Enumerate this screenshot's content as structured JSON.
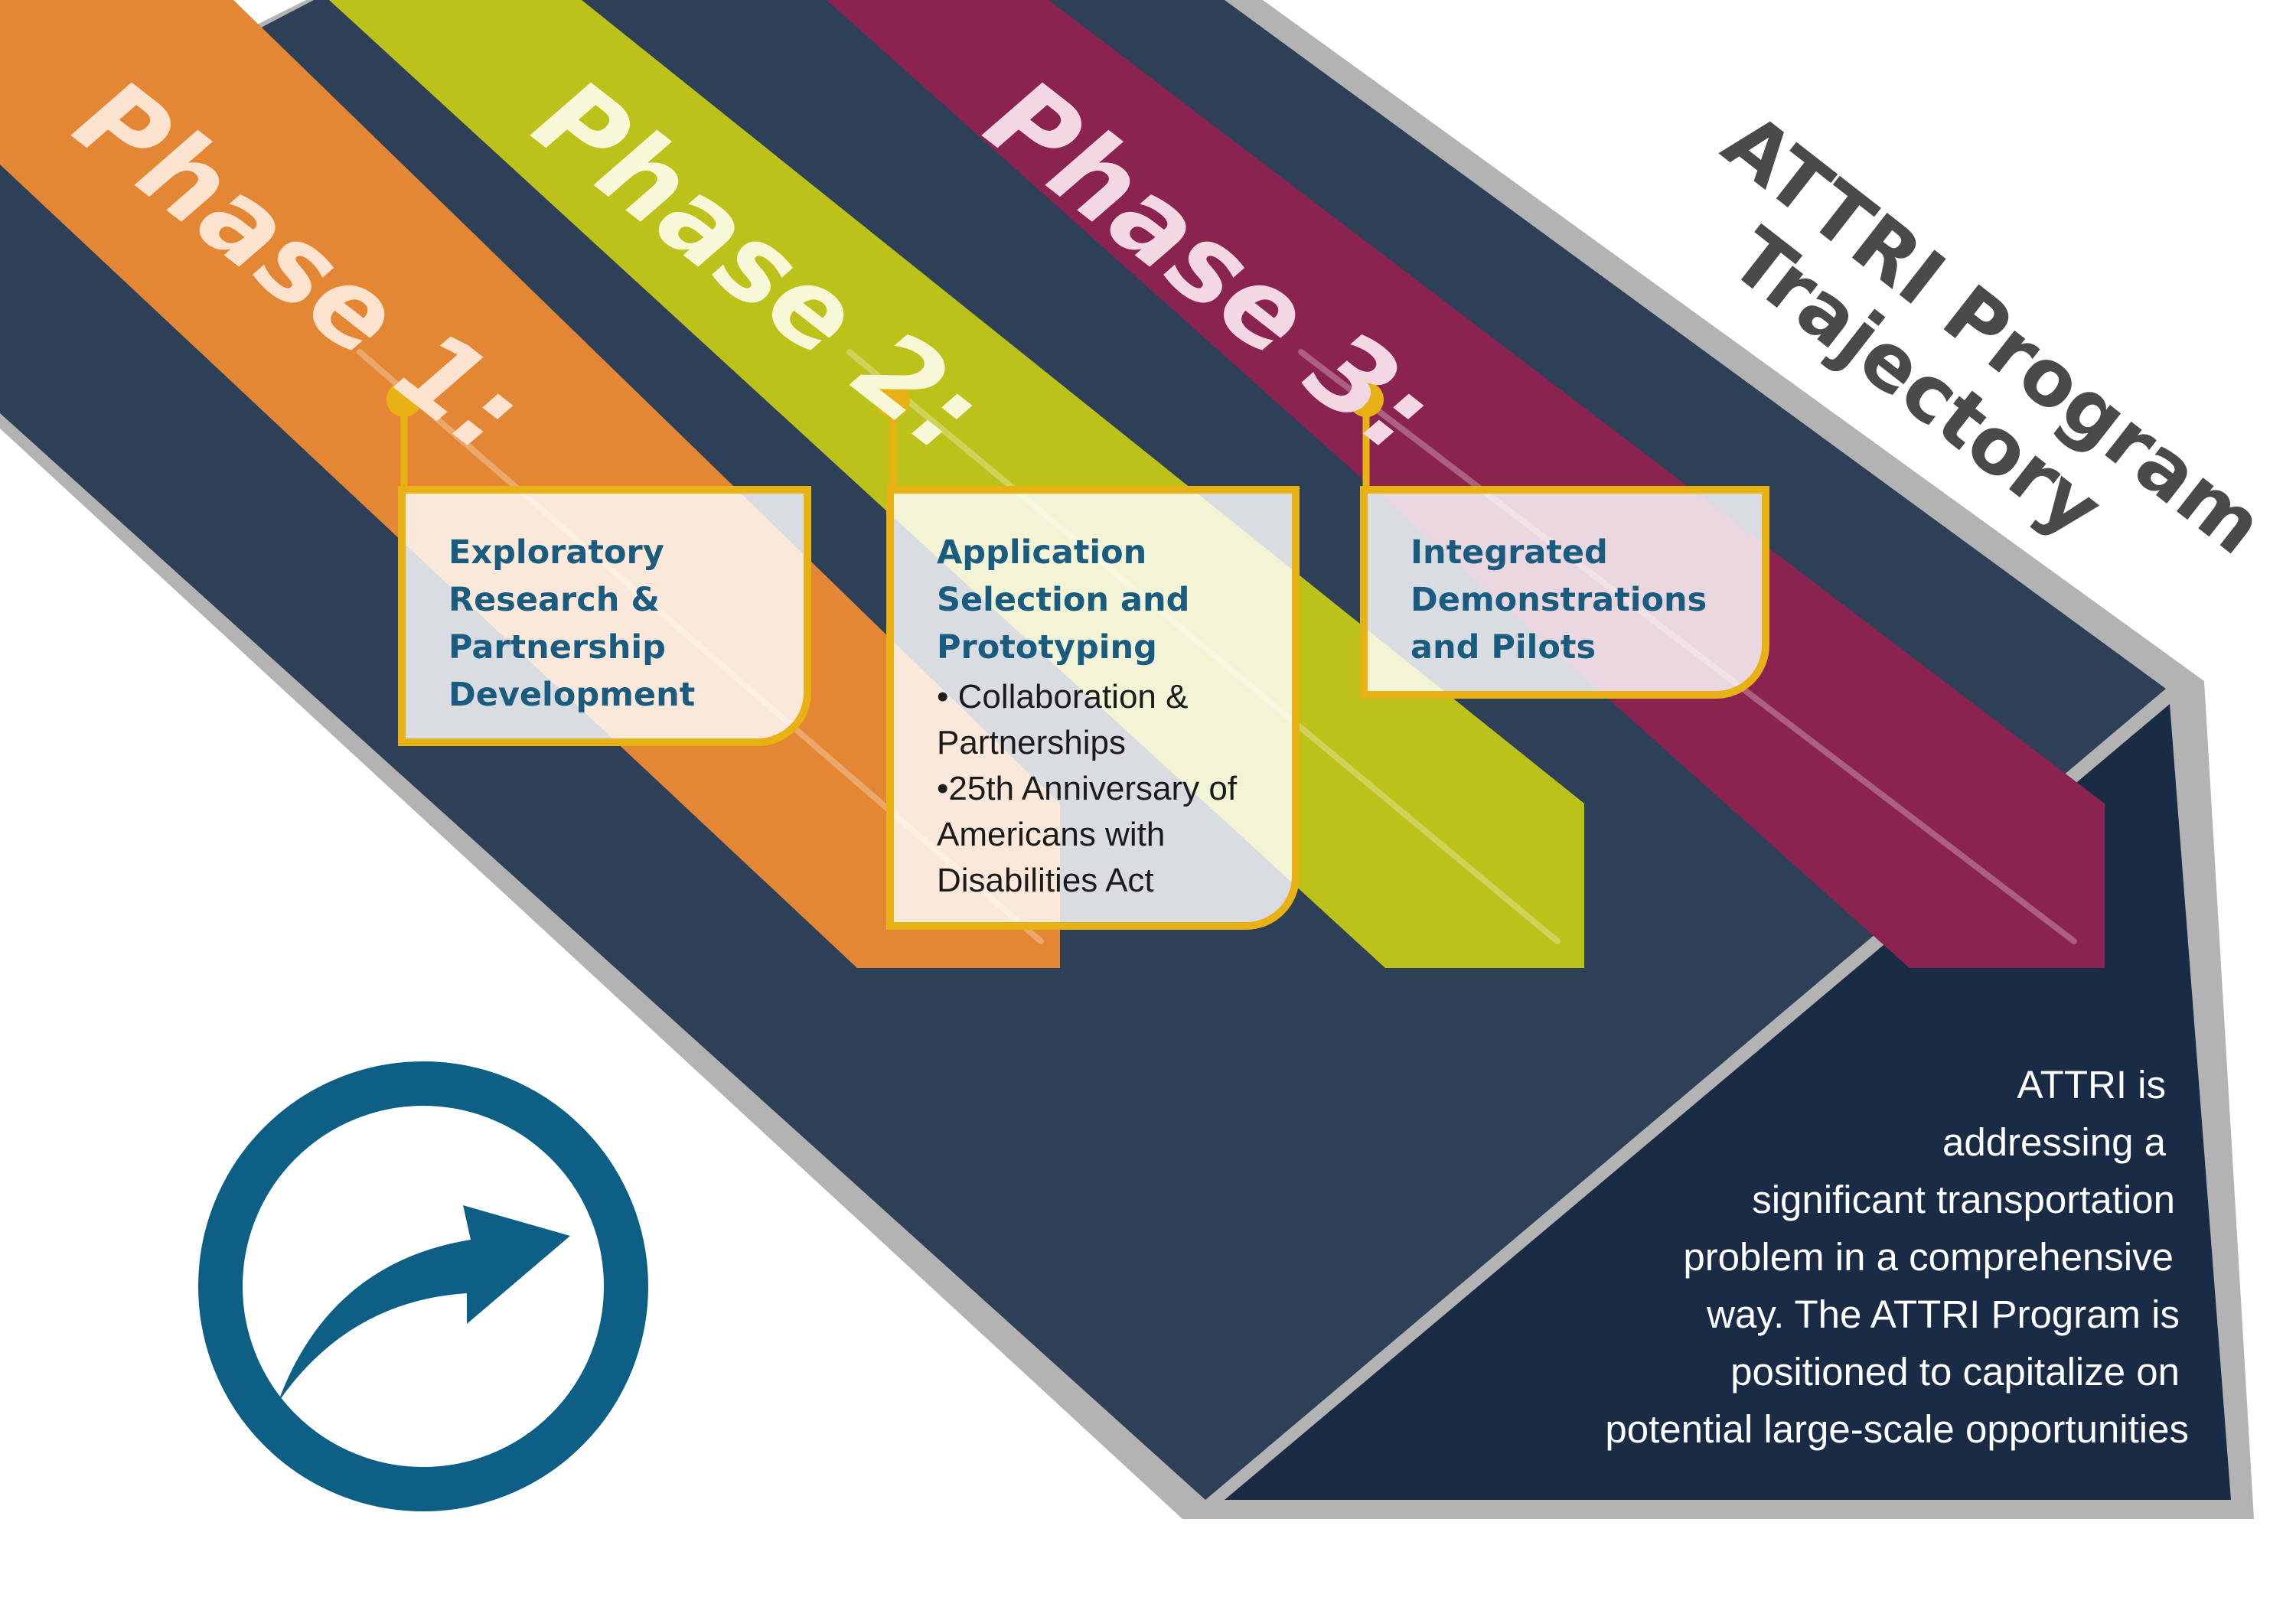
{
  "title": "ATTRI Program Trajectory",
  "title_lines": [
    "ATTRI Program",
    "Trajectory"
  ],
  "colors": {
    "navy": "#2e4057",
    "dark_navy": "#1a2b45",
    "gray_border": "#b3b3b3",
    "phase1": "#e48734",
    "phase2": "#bcc21a",
    "phase3": "#8b2350",
    "accent_gold": "#e8b114",
    "title_gray": "#4a4a4a",
    "icon_blue": "#0d5f85",
    "card_text": "#1a5c7f"
  },
  "phases": [
    {
      "label": "Phase 1:",
      "card_title": "Exploratory\nResearch &\nPartnership\nDevelopment",
      "bullets": []
    },
    {
      "label": "Phase 2:",
      "card_title": "Application\nSelection and\nPrototyping",
      "bullets": [
        "• Collaboration &\nPartnerships",
        "•25th Anniversary of\n  Americans with\n Disabilities Act"
      ]
    },
    {
      "label": "Phase 3:",
      "card_title": "Integrated\nDemonstrations\nand Pilots",
      "bullets": []
    }
  ],
  "summary_lines": [
    "ATTRI is",
    "addressing a",
    "significant transportation",
    "problem in a comprehensive",
    "way. The ATTRI Program is",
    "positioned to capitalize on",
    "potential large-scale opportunities"
  ],
  "icon": "forward-arrow-circle-icon"
}
